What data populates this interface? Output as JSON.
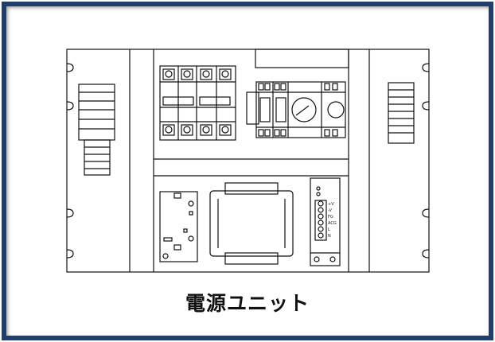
{
  "caption": "電源ユニット",
  "power_supply": {
    "terminal_labels": [
      "+V",
      "-V",
      "FG",
      "ACG",
      "L",
      "N"
    ]
  },
  "colors": {
    "border": "#1e3f6e",
    "line": "#111111",
    "background": "#ffffff"
  }
}
